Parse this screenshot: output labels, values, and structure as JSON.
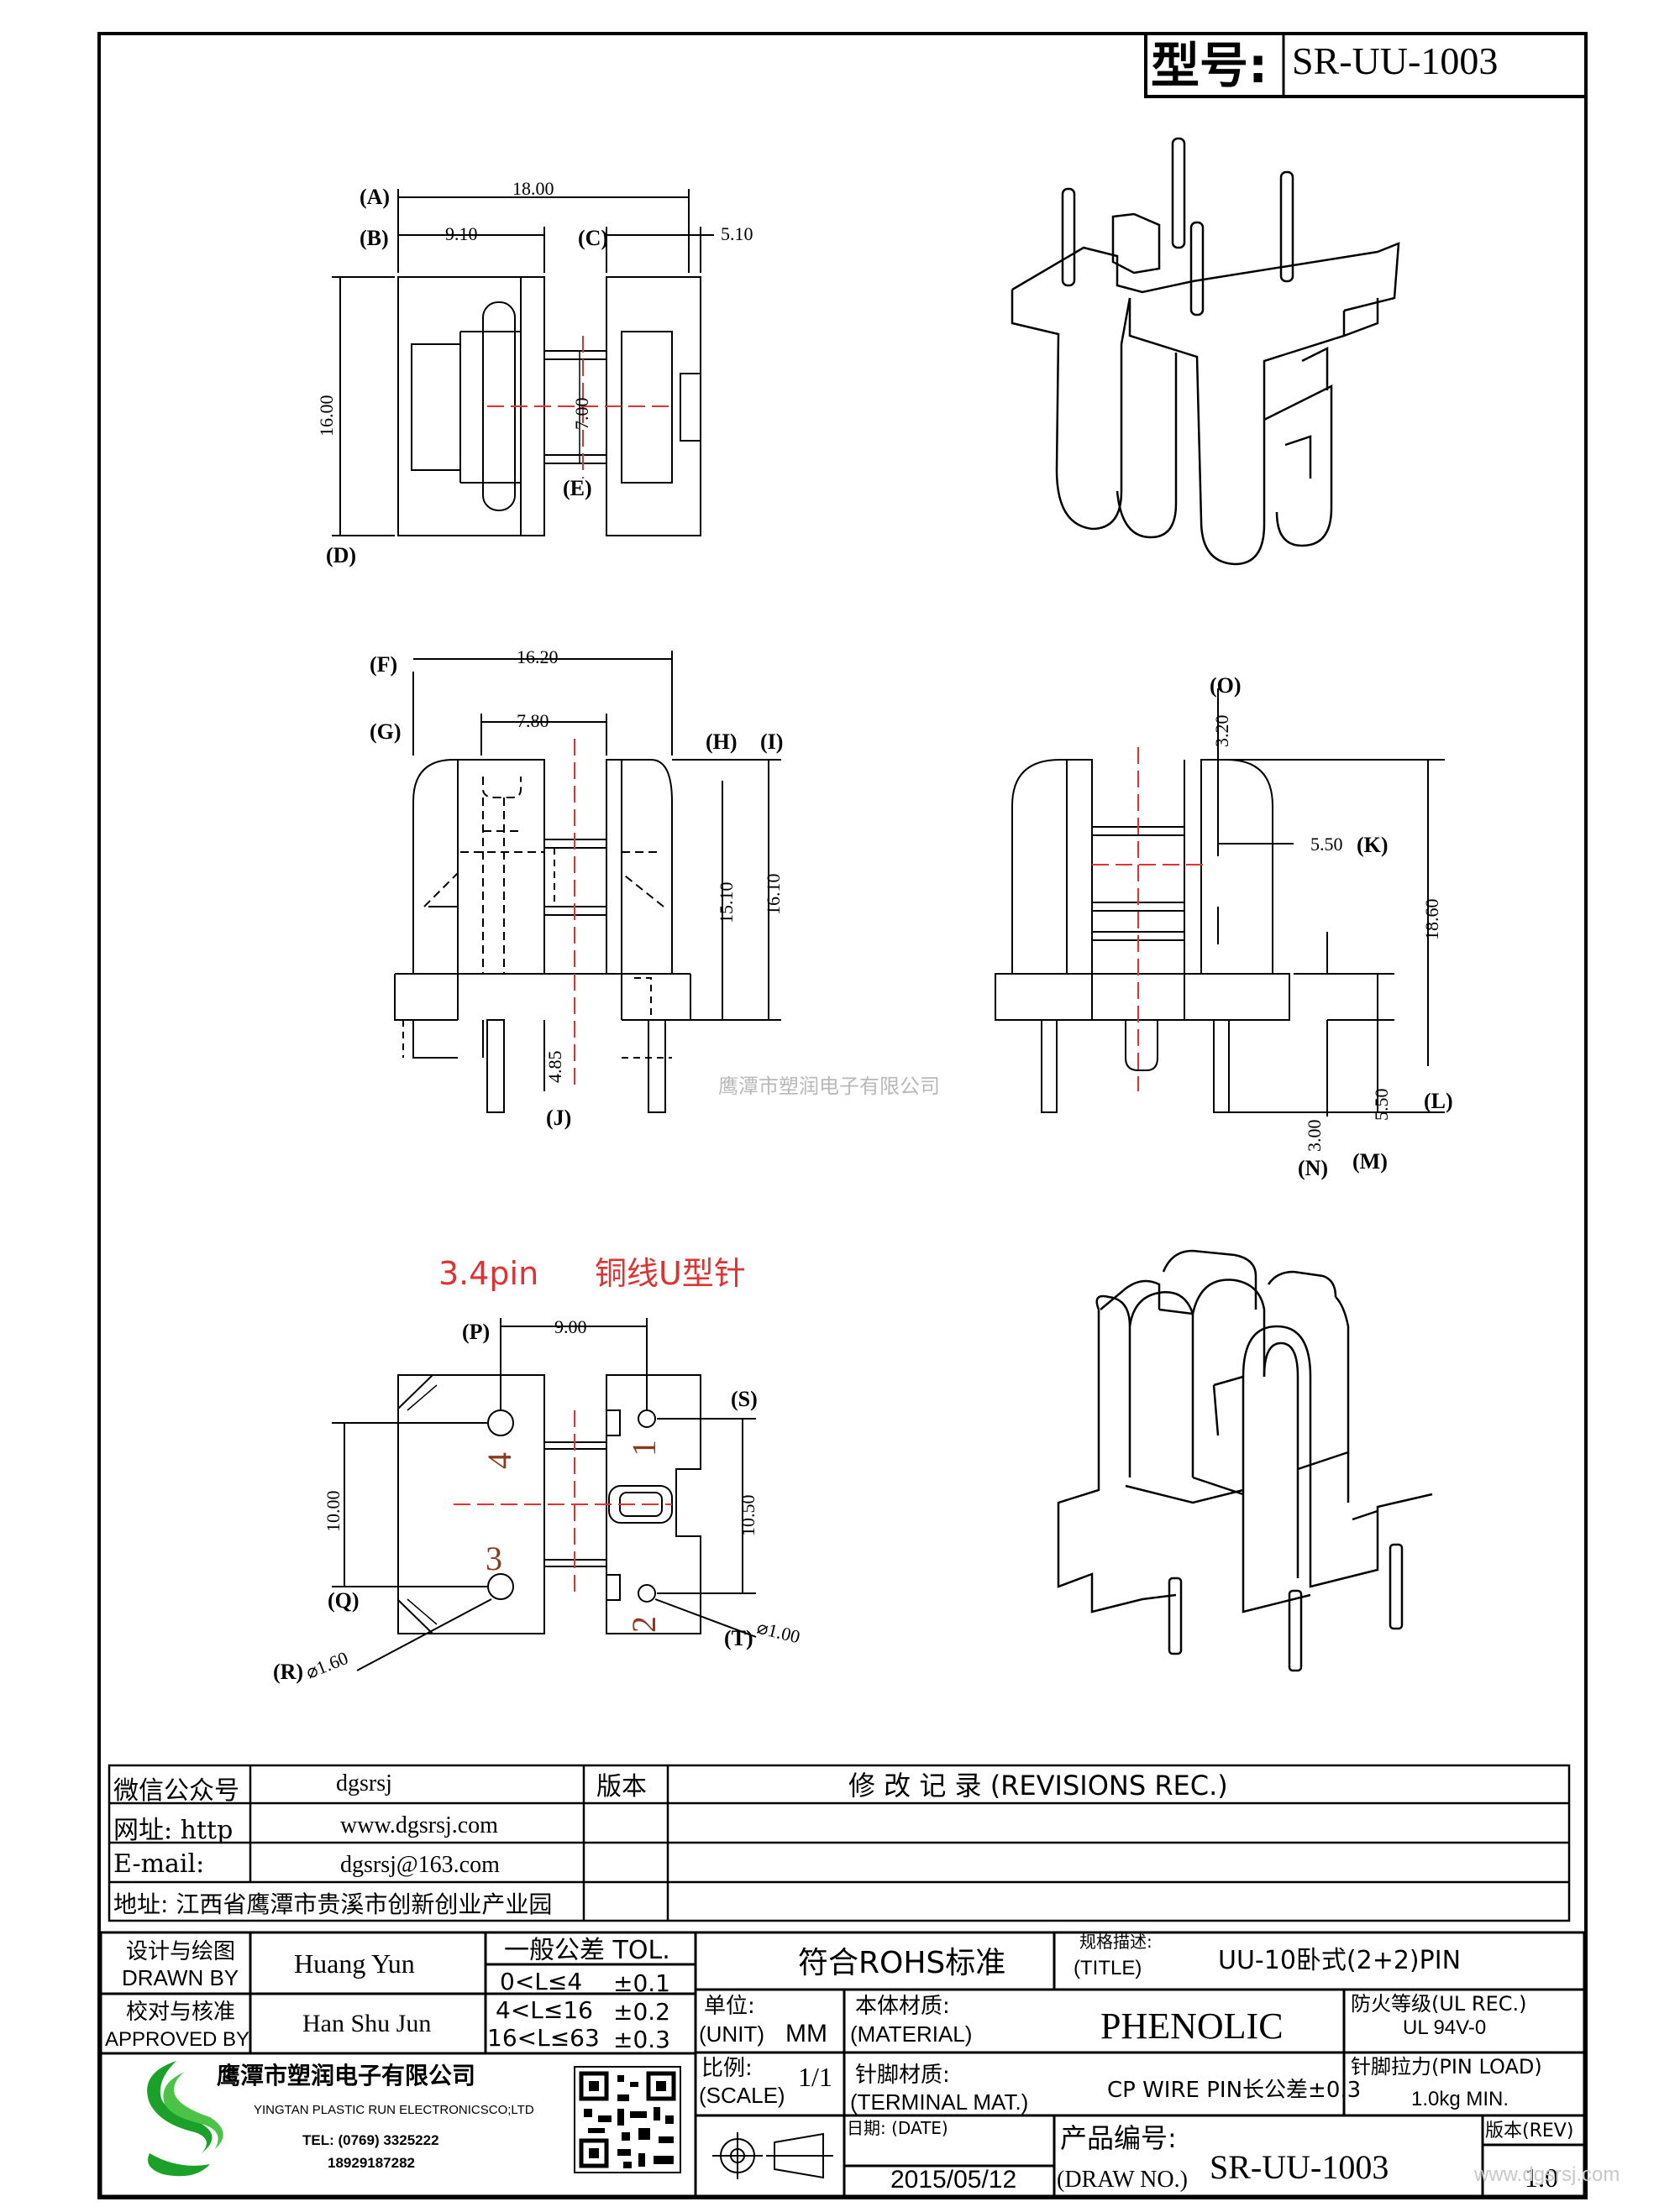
{
  "header": {
    "model_label": "型号:",
    "model_value": "SR-UU-1003"
  },
  "top_view": {
    "labels": [
      "A",
      "B",
      "C",
      "D",
      "E"
    ],
    "dims": {
      "a": "18.00",
      "b": "9.10",
      "c": "5.10",
      "d": "16.00",
      "e": "7.00"
    }
  },
  "front_view": {
    "labels": [
      "F",
      "G",
      "H",
      "I",
      "J"
    ],
    "dims": {
      "f": "16.20",
      "g": "7.80",
      "h": "15.10",
      "i": "16.10",
      "j": "4.85"
    }
  },
  "side_view": {
    "labels": [
      "O",
      "K",
      "L",
      "M",
      "N"
    ],
    "dims": {
      "o": "3.20",
      "k": "5.50",
      "l": "18.60",
      "m": "5.50",
      "n": "3.00"
    }
  },
  "watermark": "鹰潭市塑润电子有限公司",
  "bottom_view": {
    "caption_pin": "3.4pin",
    "caption_type": "铜线U型针",
    "labels": [
      "P",
      "Q",
      "R",
      "S",
      "T"
    ],
    "dims": {
      "p": "9.00",
      "q": "10.00",
      "r": "⌀1.60",
      "s": "10.50",
      "t": "⌀1.00"
    },
    "pins": [
      "4",
      "3",
      "1",
      "2"
    ]
  },
  "info": {
    "wechat_label": "微信公众号",
    "wechat_value": "dgsrsj",
    "web_label": "网址: http",
    "web_value": "www.dgsrsj.com",
    "email_label": "E-mail:",
    "email_value": "dgsrsj@163.com",
    "address": "地址: 江西省鹰潭市贵溪市创新创业产业园",
    "version_label": "版本",
    "revisions_label": "修 改 记 录  (REVISIONS REC.)"
  },
  "title_block": {
    "designer_cn": "设计与绘图",
    "designer_en": "DRAWN BY",
    "designer_name": "Huang  Yun",
    "checker_cn": "校对与核准",
    "checker_en": "APPROVED BY",
    "checker_name": "Han Shu Jun",
    "tol_label": "一般公差 TOL.",
    "tol_rows": [
      {
        "range": "0<L≤4",
        "val": "±0.1"
      },
      {
        "range": "4<L≤16",
        "val": "±0.2"
      },
      {
        "range": "16<L≤63",
        "val": "±0.3"
      }
    ],
    "rohs": "符合ROHS标准",
    "title_label_cn": "规格描述:",
    "title_label_en": "(TITLE)",
    "title_value": "UU-10卧式(2+2)PIN",
    "unit_label_cn": "单位:",
    "unit_label_en": "(UNIT)",
    "unit_value": "MM",
    "material_label_cn": "本体材质:",
    "material_label_en": "(MATERIAL)",
    "material_value": "PHENOLIC",
    "fire_label": "防火等级(UL REC.)",
    "fire_value": "UL 94V-0",
    "company_cn": "鹰潭市塑润电子有限公司",
    "company_en": "YINGTAN PLASTIC RUN ELECTRONICSCO;LTD",
    "tel": "TEL: (0769) 3325222",
    "phone": "18929187282",
    "scale_label_cn": "比例:",
    "scale_label_en": "(SCALE)",
    "scale_value": "1/1",
    "terminal_label_cn": "针脚材质:",
    "terminal_label_en": "(TERMINAL MAT.)",
    "terminal_value": "CP WIRE  PIN长公差±0.3",
    "pinload_label": "针脚拉力(PIN LOAD)",
    "pinload_value": "1.0kg MIN.",
    "date_label": "日期: (DATE)",
    "date_value": "2015/05/12",
    "drawno_label_cn": "产品编号:",
    "drawno_label_en": "(DRAW NO.)",
    "drawno_value": "SR-UU-1003",
    "rev_label": "版本(REV)",
    "rev_value": "1.0",
    "watermark2": "www.dgsrsj.com"
  }
}
